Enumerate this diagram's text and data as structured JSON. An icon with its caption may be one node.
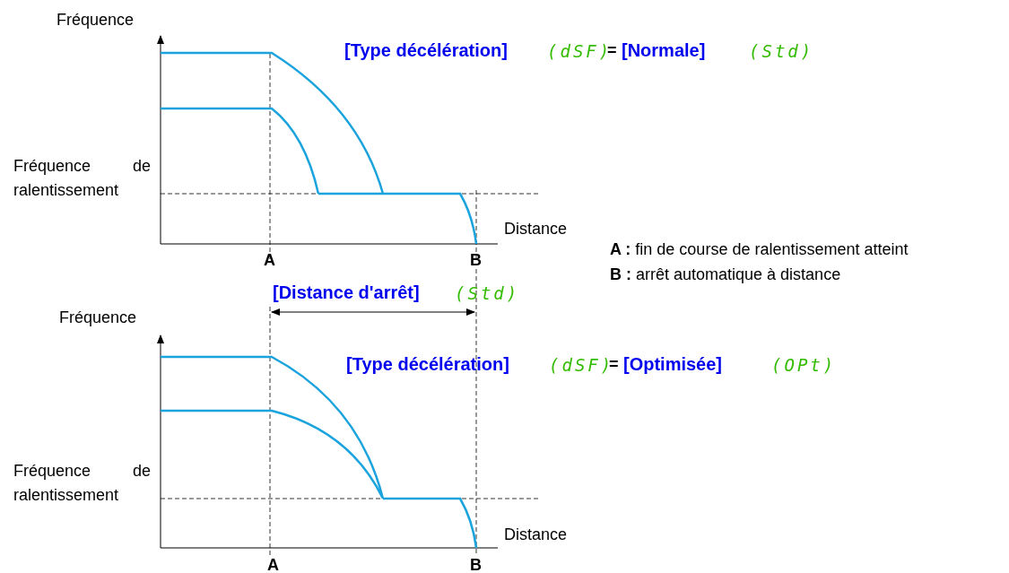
{
  "diagram": {
    "labels": [
      "Fréquence",
      "[Type décélération]",
      "(dSF)",
      "=",
      "[Normale]",
      "(Std)",
      "Fréquence de ralentissement",
      "Distance",
      "A",
      "B",
      "**A :** fin de course de ralentissement atteint",
      "**B :** arrêt automatique à distance",
      "[Distance d'arrêt]",
      "(Std)",
      "Fréquence",
      "[Type décélération]",
      "(dSF)",
      "=",
      "[Optimisée]",
      "(OPt)",
      "Fréquence de ralentissement",
      "Distance",
      "A",
      "B"
    ]
  }
}
